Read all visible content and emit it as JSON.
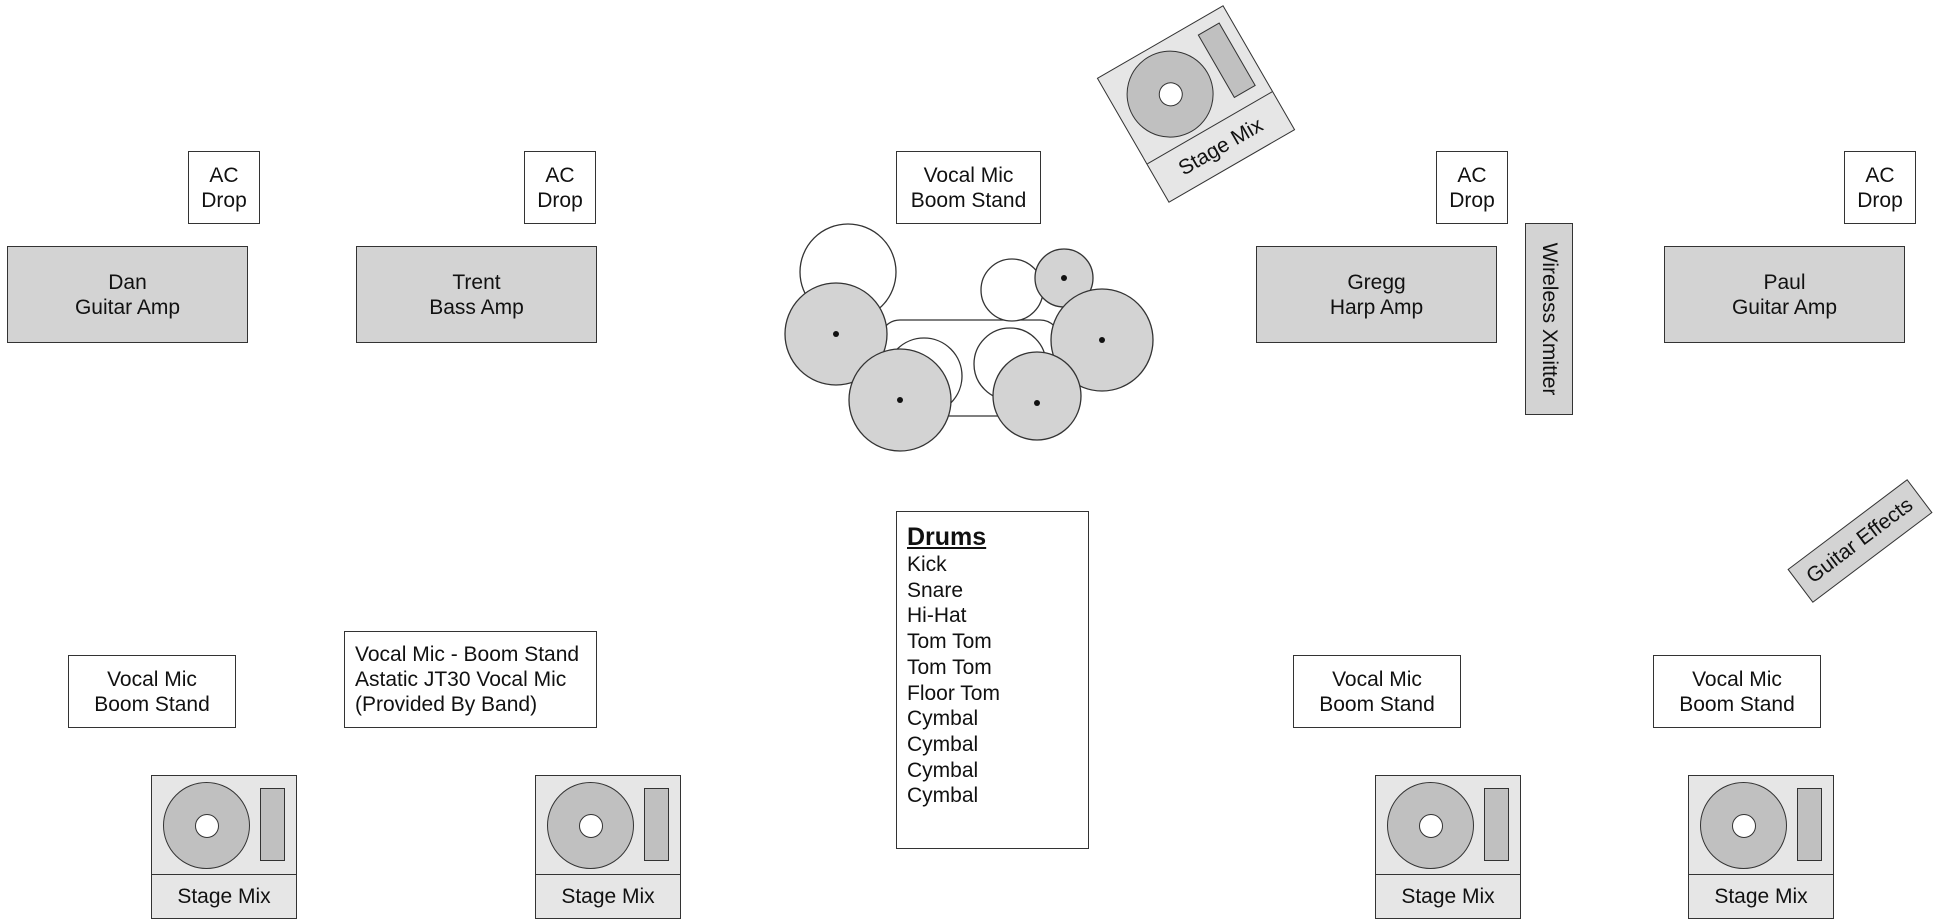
{
  "ac_drop": [
    "AC",
    "Drop"
  ],
  "amps": {
    "dan": [
      "Dan",
      "Guitar Amp"
    ],
    "trent": [
      "Trent",
      "Bass Amp"
    ],
    "gregg": [
      "Gregg",
      "Harp Amp"
    ],
    "paul": [
      "Paul",
      "Guitar Amp"
    ]
  },
  "vocal_mic": [
    "Vocal Mic",
    "Boom Stand"
  ],
  "vocal_mic_trent": [
    "Vocal Mic - Boom Stand",
    "Astatic JT30 Vocal Mic",
    "(Provided By Band)"
  ],
  "stage_mix_label": "Stage Mix",
  "wireless_label": "Wireless Xmitter",
  "guitar_effects_label": "Guitar Effects",
  "drums": {
    "title": "Drums",
    "items": [
      "Kick",
      "Snare",
      "Hi-Hat",
      "Tom Tom",
      "Tom Tom",
      "Floor Tom",
      "Cymbal",
      "Cymbal",
      "Cymbal",
      "Cymbal"
    ]
  },
  "colors": {
    "equipment_fill": "#d3d3d3",
    "monitor_fill": "#e6e6e6",
    "outline": "#333333"
  }
}
